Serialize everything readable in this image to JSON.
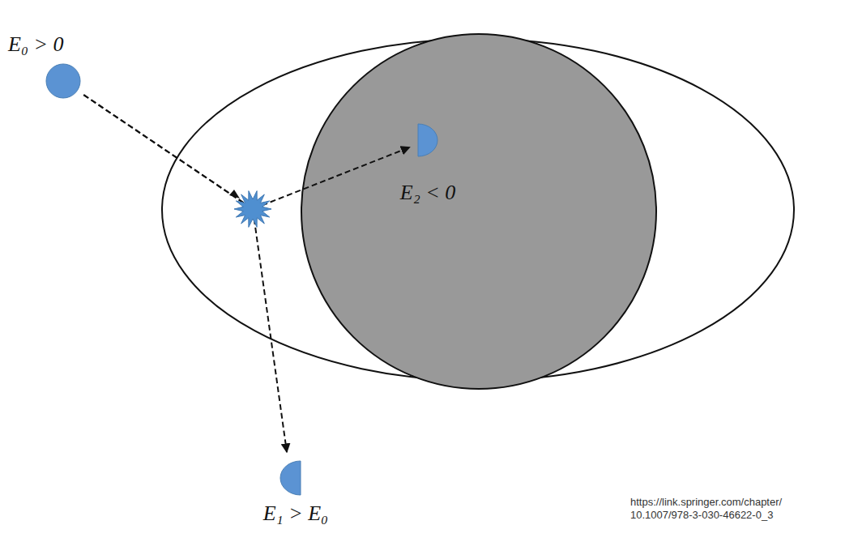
{
  "diagram": {
    "nodes": [
      {
        "text": [
          "E₀ > 0"
        ]
      },
      {
        "text": [
          "E₂ < 0"
        ]
      },
      {
        "text": [
          "E₁ > E₀"
        ]
      }
    ],
    "edges": [
      {
        "from": 0,
        "to": 1,
        "arrow": "to"
      },
      {
        "from": 0,
        "to": 2,
        "arrow": "to"
      }
    ],
    "labels": [
      "https://link.springer.com/chapter/ 10.1007/978-3-030-46622-0_3"
    ]
  }
}
